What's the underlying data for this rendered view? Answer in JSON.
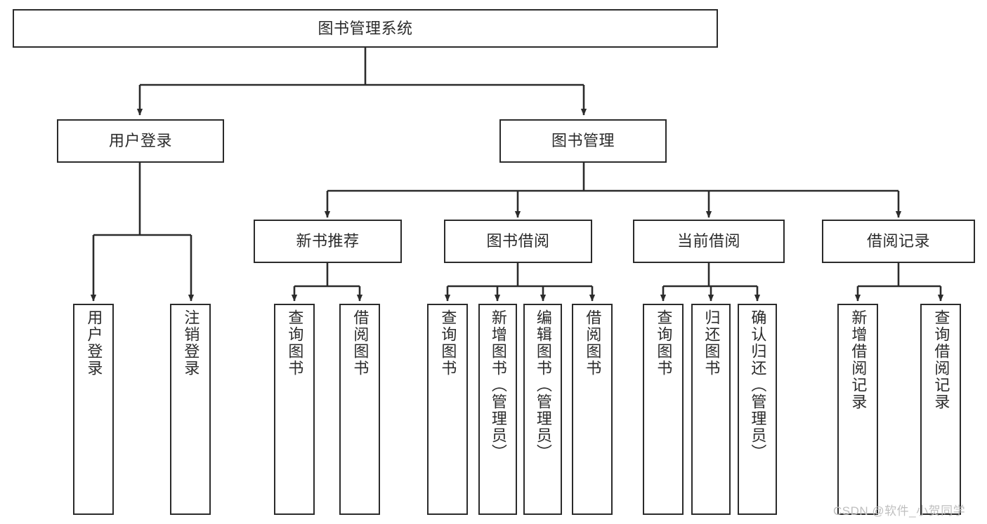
{
  "diagram": {
    "title": "图书管理系统",
    "type": "tree-hierarchy-chart",
    "watermark": "CSDN @软件_小贺同学",
    "colors": {
      "stroke": "#2b2b2b",
      "fill": "#ffffff",
      "watermark": "#bfbfbf"
    },
    "root": {
      "label": "图书管理系统"
    },
    "level2": [
      {
        "label": "用户登录"
      },
      {
        "label": "图书管理"
      }
    ],
    "level3": [
      {
        "label": "新书推荐"
      },
      {
        "label": "图书借阅"
      },
      {
        "label": "当前借阅"
      },
      {
        "label": "借阅记录"
      }
    ],
    "leaves": [
      {
        "label": "用户登录",
        "parent": "用户登录"
      },
      {
        "label": "注销登录",
        "parent": "用户登录"
      },
      {
        "label": "查询图书",
        "parent": "新书推荐"
      },
      {
        "label": "借阅图书",
        "parent": "新书推荐"
      },
      {
        "label": "查询图书",
        "parent": "图书借阅"
      },
      {
        "label": "新增图书（管理员）",
        "parent": "图书借阅"
      },
      {
        "label": "编辑图书（管理员）",
        "parent": "图书借阅"
      },
      {
        "label": "借阅图书",
        "parent": "图书借阅"
      },
      {
        "label": "查询图书",
        "parent": "当前借阅"
      },
      {
        "label": "归还图书",
        "parent": "当前借阅"
      },
      {
        "label": "确认归还（管理员）",
        "parent": "当前借阅"
      },
      {
        "label": "新增借阅记录",
        "parent": "借阅记录"
      },
      {
        "label": "查询借阅记录",
        "parent": "借阅记录"
      }
    ]
  }
}
